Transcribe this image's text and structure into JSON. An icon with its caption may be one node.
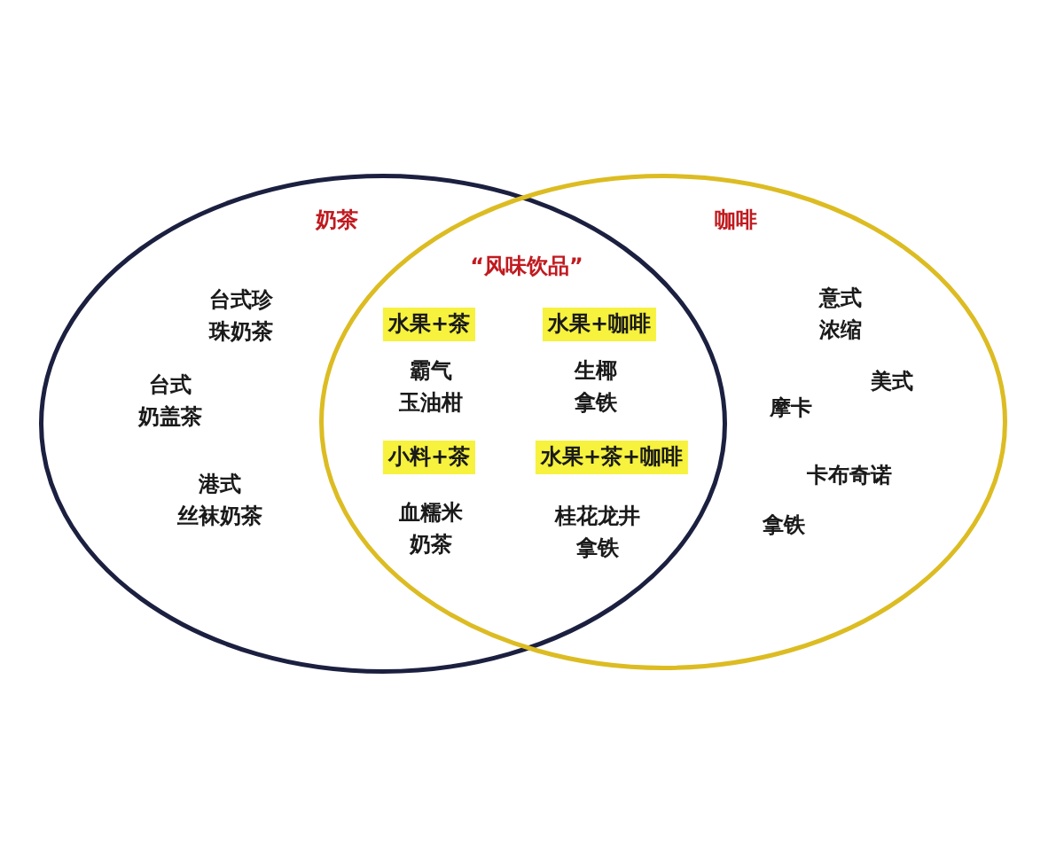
{
  "diagram": {
    "nodes": [
      {
        "text": [
          "奶茶",
          "台式珍珠奶茶",
          "台式奶盖茶",
          "港式丝袜奶茶"
        ]
      },
      {
        "text": [
          "咖啡",
          "意式浓缩",
          "美式",
          "摩卡",
          "卡布奇诺",
          "拿铁"
        ]
      },
      {
        "text": [
          "水果+茶"
        ]
      },
      {
        "text": [
          "水果+咖啡"
        ]
      },
      {
        "text": [
          "小料+茶"
        ]
      },
      {
        "text": [
          "水果+茶+咖啡"
        ]
      }
    ],
    "labels": [
      "“风味饮品”",
      "霸气玉油柑",
      "生椰拿铁",
      "血糯米奶茶",
      "桂花龙井拿铁"
    ]
  }
}
